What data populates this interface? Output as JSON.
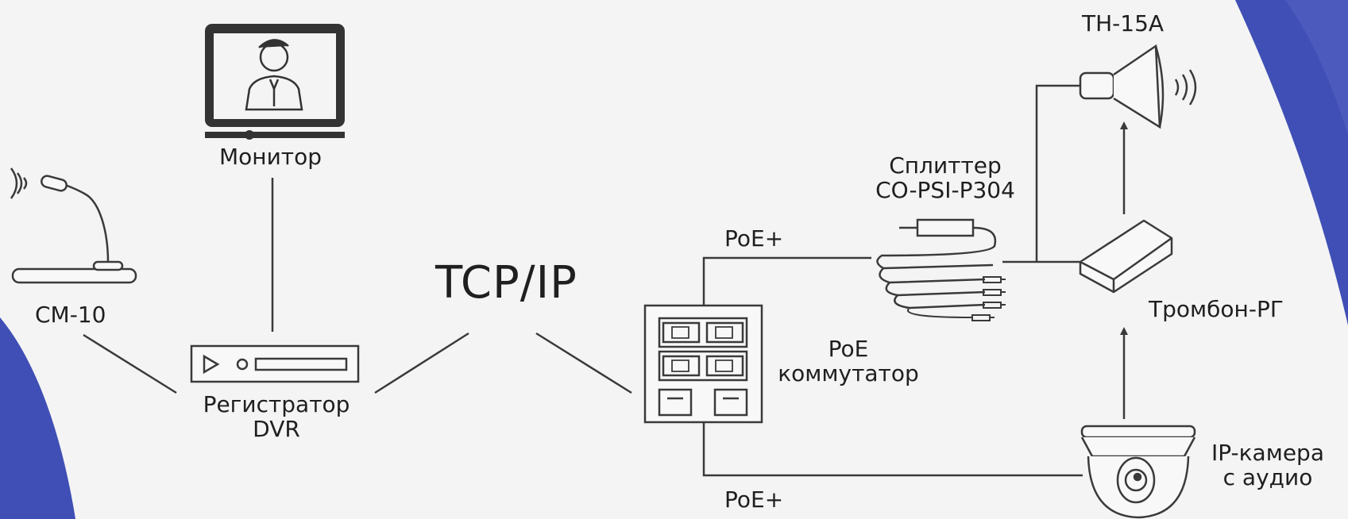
{
  "diagram": {
    "labels": {
      "microphone": "CM-10",
      "monitor": "Монитор",
      "recorder_line1": "Регистратор",
      "recorder_line2": "DVR",
      "network": "TCP/IP",
      "switch_line1": "PoE",
      "switch_line2": "коммутатор",
      "poe_top": "PoE+",
      "poe_bottom": "PoE+",
      "splitter_line1": "Сплиттер",
      "splitter_line2": "CO-PSI-P304",
      "speaker": "TH-15A",
      "amplifier": "Тромбон-РГ",
      "camera_line1": "IP-камера",
      "camera_line2": "с аудио"
    },
    "colors": {
      "background": "#f4f4f4",
      "line": "#3a3a3a",
      "accent_blue": "#3f4fb5"
    },
    "icons": [
      "microphone-icon",
      "monitor-icon",
      "recorder-icon",
      "switch-icon",
      "splitter-icon",
      "speaker-icon",
      "amplifier-icon",
      "camera-icon",
      "sound-waves-icon",
      "arrow-up-icon"
    ]
  }
}
